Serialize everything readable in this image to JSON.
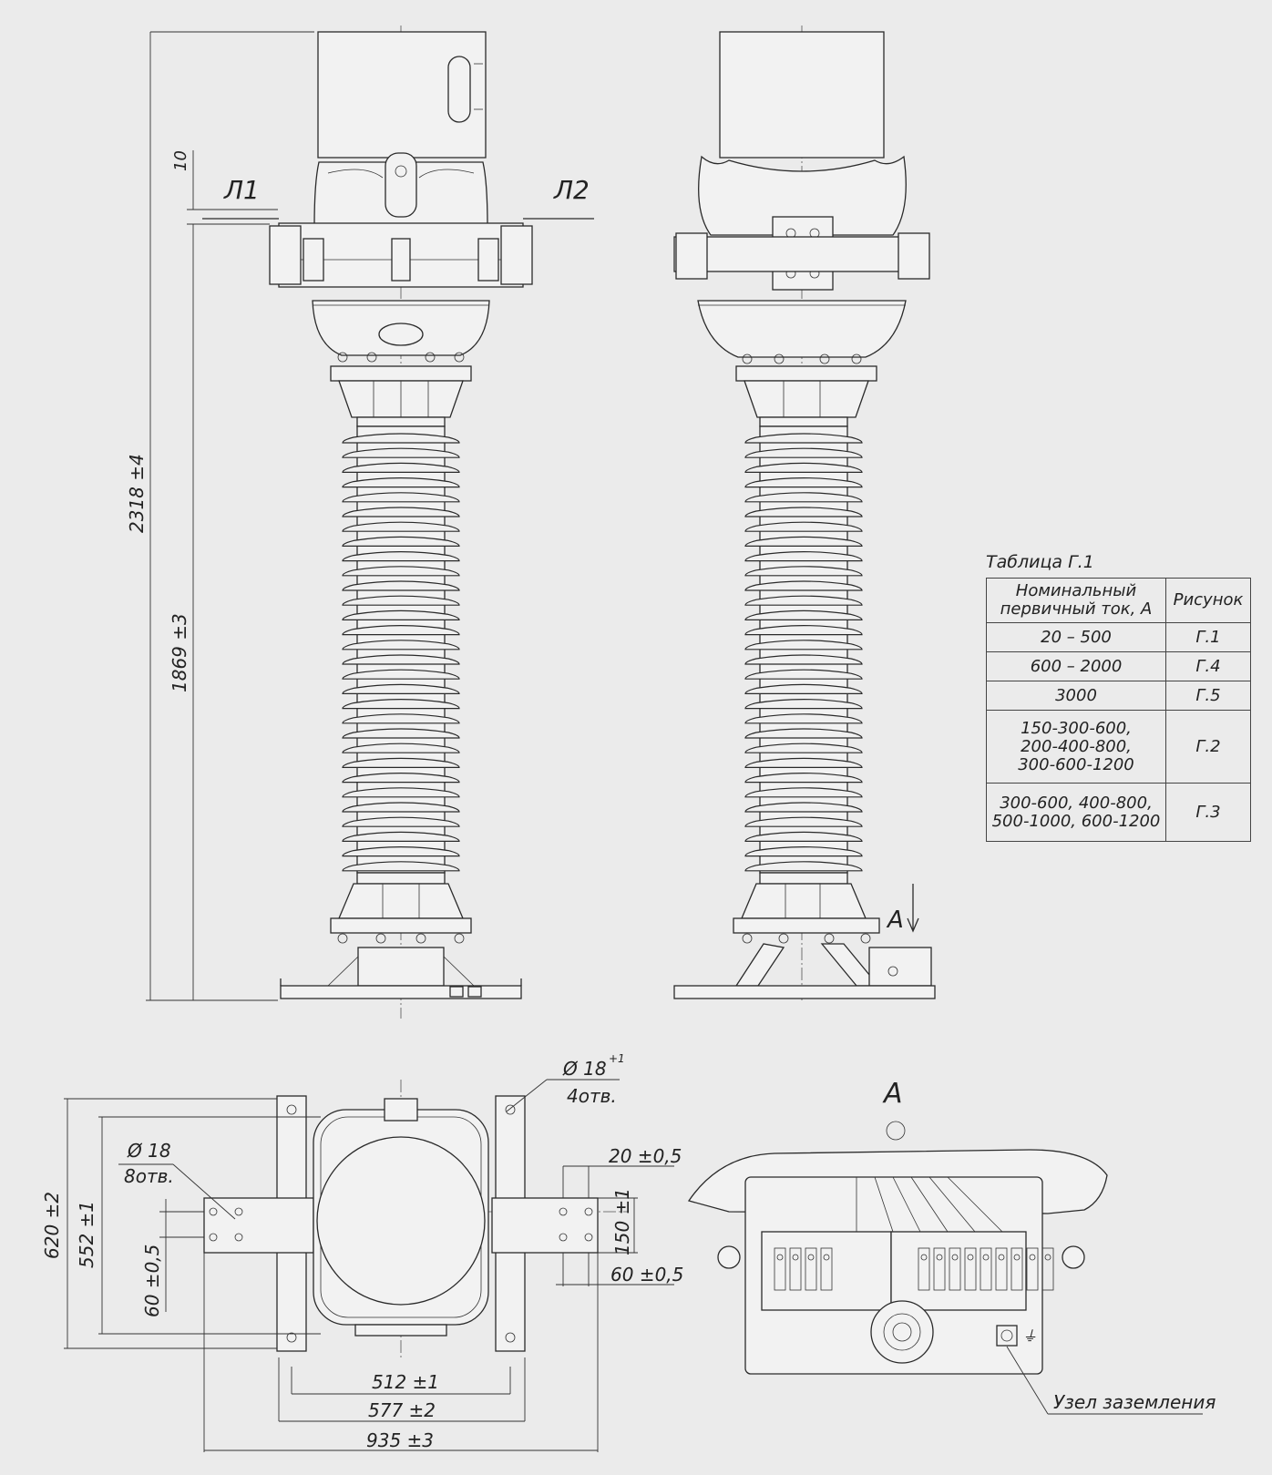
{
  "dimensions": {
    "total_height": "2318 ±4",
    "insulator_height": "1869 ±3",
    "terminal_offset": "10",
    "width_512": "512 ±1",
    "width_577": "577 ±2",
    "width_935": "935 ±3",
    "depth_620": "620 ±2",
    "depth_552": "552 ±1",
    "spacing_60_left": "60 ±0,5",
    "spacing_20": "20 ±0,5",
    "spacing_150": "150 ±1",
    "spacing_60_right": "60 ±0,5"
  },
  "labels": {
    "terminal_l1": "Л1",
    "terminal_l2": "Л2",
    "view_a_marker": "A",
    "view_a_title": "A",
    "hole_large_dia": "Ø 18",
    "hole_large_tol": "+1",
    "hole_large_count": "4отв.",
    "hole_small_dia": "Ø 18",
    "hole_small_count": "8отв.",
    "grounding": "Узел заземления",
    "ground_symbol": "⏚"
  },
  "table": {
    "caption": "Таблица Г.1",
    "headers": [
      "Номинальный первичный ток, А",
      "Рисунок"
    ],
    "rows": [
      [
        "20 – 500",
        "Г.1"
      ],
      [
        "600 – 2000",
        "Г.4"
      ],
      [
        "3000",
        "Г.5"
      ],
      [
        "150-300-600,\n200-400-800,\n300-600-1200",
        "Г.2"
      ],
      [
        "300-600, 400-800,\n500-1000, 600-1200",
        "Г.3"
      ]
    ]
  }
}
